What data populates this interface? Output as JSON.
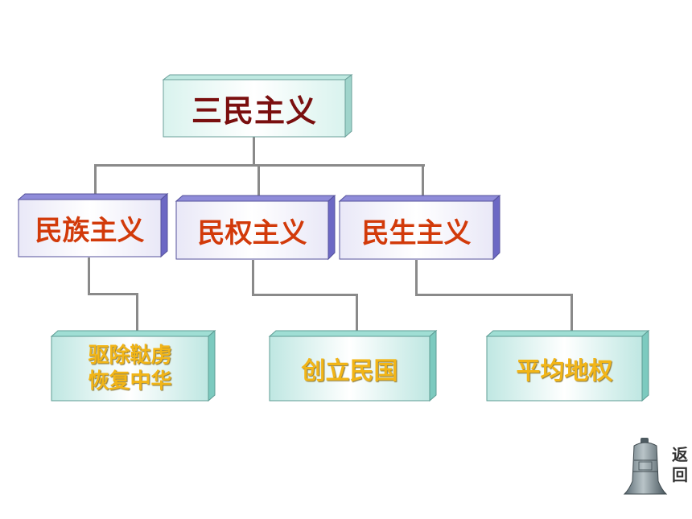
{
  "root": {
    "label": "三民主义"
  },
  "branches": [
    {
      "label": "民族主义",
      "detail": [
        "驱除鞑虏",
        "恢复中华"
      ]
    },
    {
      "label": "民权主义",
      "detail": [
        "创立民国"
      ]
    },
    {
      "label": "民生主义",
      "detail": [
        "平均地权"
      ]
    }
  ],
  "back_button": {
    "line1": "返",
    "line2": "回",
    "icon": "bell-icon"
  },
  "colors": {
    "root_text": "#7a0f0f",
    "branch_text": "#d23a0a",
    "detail_text": "#f2b517",
    "connector": "#8a8a8a"
  }
}
